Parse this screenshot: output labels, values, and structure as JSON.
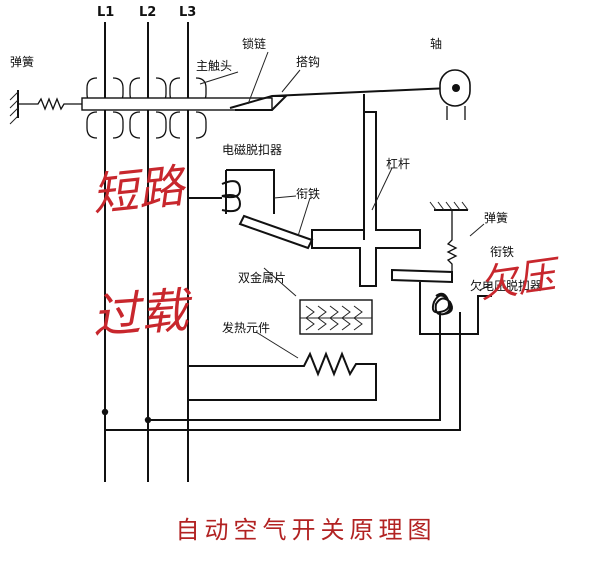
{
  "phases": {
    "l1": "L1",
    "l2": "L2",
    "l3": "L3"
  },
  "labels": {
    "spring_left": "弹簧",
    "main_contact": "主触头",
    "lock_chain": "锁链",
    "hook": "搭钩",
    "shaft": "轴",
    "electromagnetic_release": "电磁脱扣器",
    "armature_top": "衔铁",
    "lever": "杠杆",
    "spring_right": "弹簧",
    "armature_right": "衔铁",
    "bimetal": "双金属片",
    "undervoltage_release": "欠电压脱扣器",
    "heating_element": "发热元件"
  },
  "annotations": {
    "short_circuit": "短路",
    "overload": "过载",
    "undervoltage": "欠压"
  },
  "title": "自动空气开关原理图",
  "colors": {
    "ink": "#111111",
    "annotation": "#c8272d",
    "title": "#b22222"
  }
}
